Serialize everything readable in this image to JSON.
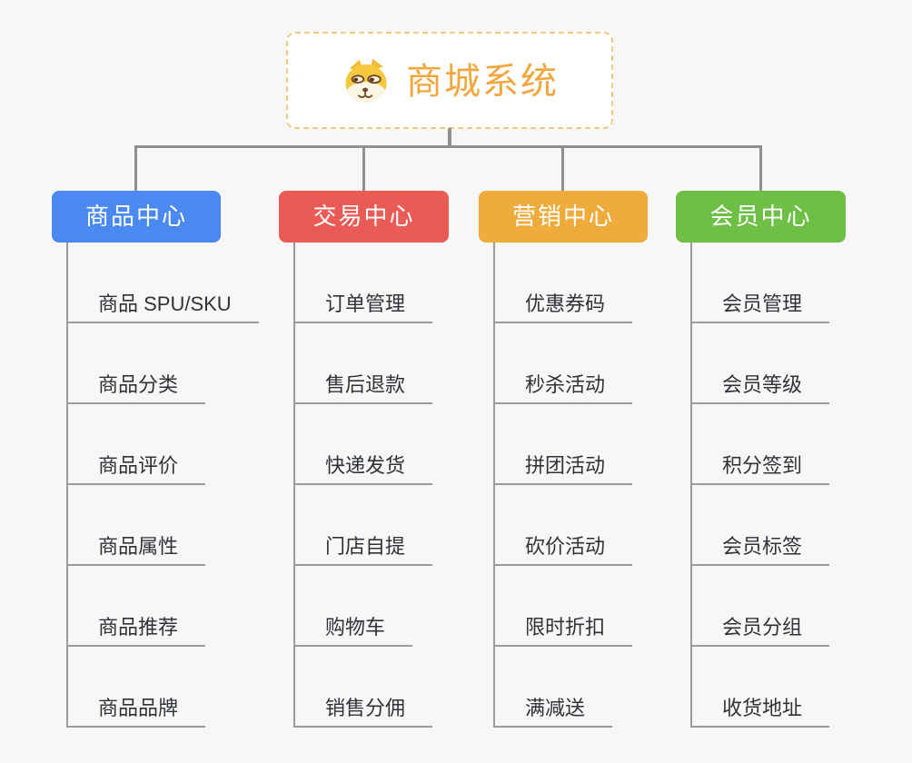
{
  "page": {
    "background_color": "#f7f7f7",
    "connector_color": "#8f8f8f",
    "leaf_line_color": "#9b9b9b",
    "leaf_text_color": "#2f3338"
  },
  "root": {
    "title": "商城系统",
    "icon": "doge-icon",
    "text_color": "#f1a73e",
    "border_color": "#f3c981",
    "background_color": "#ffffff"
  },
  "branches": [
    {
      "label": "商品中心",
      "color": "#4a89f0",
      "children": [
        "商品 SPU/SKU",
        "商品分类",
        "商品评价",
        "商品属性",
        "商品推荐",
        "商品品牌"
      ]
    },
    {
      "label": "交易中心",
      "color": "#eb5b55",
      "children": [
        "订单管理",
        "售后退款",
        "快递发货",
        "门店自提",
        "购物车",
        "销售分佣"
      ]
    },
    {
      "label": "营销中心",
      "color": "#efac3c",
      "children": [
        "优惠券码",
        "秒杀活动",
        "拼团活动",
        "砍价活动",
        "限时折扣",
        "满减送"
      ]
    },
    {
      "label": "会员中心",
      "color": "#6ebf45",
      "children": [
        "会员管理",
        "会员等级",
        "积分签到",
        "会员标签",
        "会员分组",
        "收货地址"
      ]
    }
  ]
}
